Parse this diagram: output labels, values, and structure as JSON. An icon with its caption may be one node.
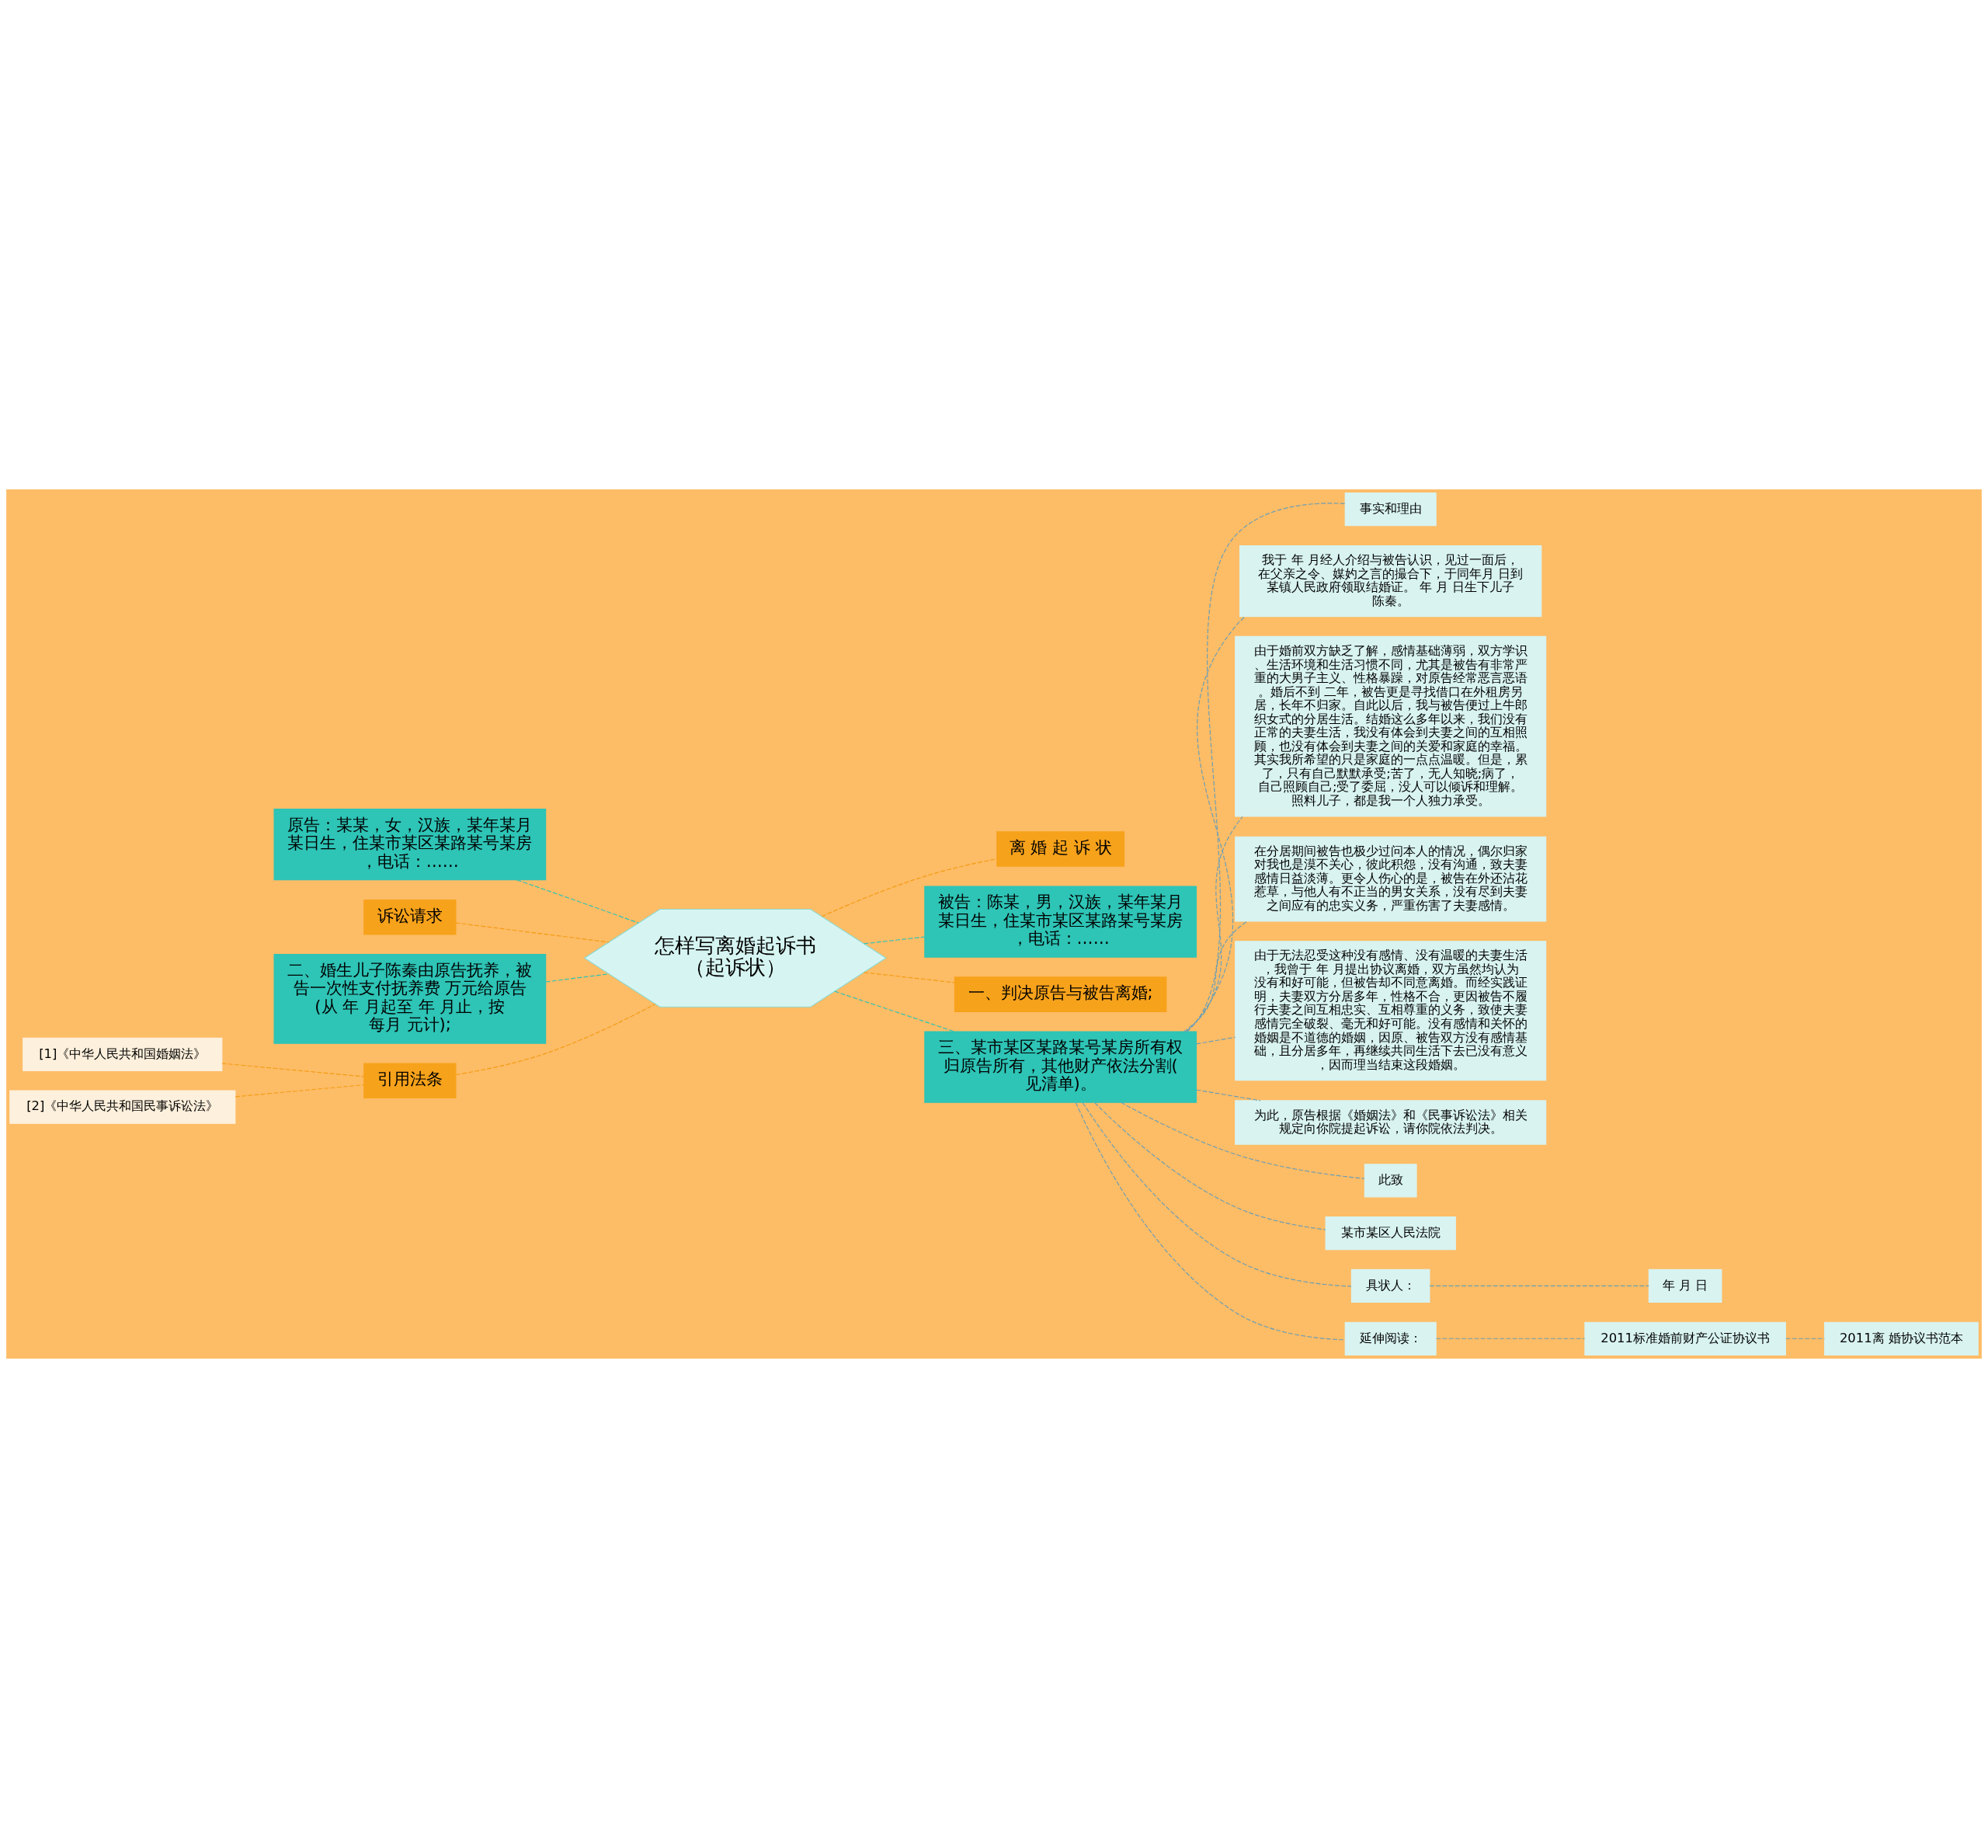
{
  "diagram": {
    "nodes": [
      {
        "text": [
          "怎样写离婚起诉书（起诉状）"
        ]
      },
      {
        "text": [
          "离 婚 起 诉 状"
        ]
      },
      {
        "text": [
          "被告：陈某，男，汉族，某年某月某日生，住某市某区某路某号某房，电话：……"
        ]
      },
      {
        "text": [
          "一、判决原告与被告离婚;"
        ]
      },
      {
        "text": [
          "三、某市某区某路某号某房所有权归原告所有，其他财产依法分割(见清单)。"
        ]
      },
      {
        "text": [
          "事实和理由"
        ]
      },
      {
        "text": [
          "我于 年 月经人介绍与被告认识，见过一面后，在父亲之令、媒妁之言的撮合下，于同年月 日到某镇人民政府领取结婚证。 年 月 日生下儿子陈秦。"
        ]
      },
      {
        "text": [
          "由于婚前双方缺乏了解，感情基础薄弱，双方学识、生活环境和生活习惯不同，尤其是被告有非常严重的大男子主义、性格暴躁，对原告经常恶言恶语。婚后不到 二年，被告更是寻找借口在外租房另居，长年不归家。自此以后，我与被告便过上牛郎织女式的分居生活。结婚这么多年以来，我们没有正常的夫妻生活，我没有体会到夫妻之间的互相照顾，也没有体会到夫妻之间的关爱和家庭的幸福。其实我所希望的只是家庭的一点点温暖。但是，累了，只有自己默默承受;苦了，无人知晓;病了，自己照顾自己;受了委屈，没人可以倾诉和理解。照料儿子，都是我一个人独力承受。"
        ]
      },
      {
        "text": [
          "在分居期间被告也极少过问本人的情况，偶尔归家对我也是漠不关心，彼此积怨，没有沟通，致夫妻感情日益淡薄。更令人伤心的是，被告在外还沾花惹草，与他人有不正当的男女关系，没有尽到夫妻之间应有的忠实义务，严重伤害了夫妻感情。"
        ]
      },
      {
        "text": [
          "由于无法忍受这种没有感情、没有温暖的夫妻生活，我曾于 年 月提出协议离婚，双方虽然均认为没有和好可能，但被告却不同意离婚。而经实践证明，夫妻双方分居多年，性格不合，更因被告不履行夫妻之间互相忠实、互相尊重的义务，致使夫妻感情完全破裂、毫无和好可能。没有感情和关怀的婚姻是不道德的婚姻，因原、被告双方没有感情基础，且分居多年，再继续共同生活下去已没有意义，因而理当结束这段婚姻。"
        ]
      },
      {
        "text": [
          "为此，原告根据《婚姻法》和《民事诉讼法》相关规定向你院提起诉讼，请你院依法判决。"
        ]
      },
      {
        "text": [
          "此致"
        ]
      },
      {
        "text": [
          "某市某区人民法院"
        ]
      },
      {
        "text": [
          "具状人："
        ]
      },
      {
        "text": [
          "年 月 日"
        ]
      },
      {
        "text": [
          "延伸阅读："
        ]
      },
      {
        "text": [
          "2011标准婚前财产公证协议书"
        ]
      },
      {
        "text": [
          "2011离 婚协议书范本"
        ]
      },
      {
        "text": [
          "原告：某某，女，汉族，某年某月某日生，住某市某区某路某号某房，电话：……"
        ]
      },
      {
        "text": [
          "诉讼请求"
        ]
      },
      {
        "text": [
          "二、婚生儿子陈秦由原告抚养，被告一次性支付抚养费 万元给原告(从 年 月起至 年 月止，按每月 元计);"
        ]
      },
      {
        "text": [
          "引用法条"
        ]
      },
      {
        "text": [
          "[1]《中华人民共和国婚姻法》"
        ]
      },
      {
        "text": [
          "[2]《中华人民共和国民事诉讼法》"
        ]
      }
    ],
    "edges": [
      {
        "from": 0,
        "to": 1,
        "arrow": "none",
        "style": "dashed",
        "color": "#f39c12"
      },
      {
        "from": 0,
        "to": 2,
        "arrow": "none",
        "style": "dashed",
        "color": "#2ec4b6"
      },
      {
        "from": 0,
        "to": 3,
        "arrow": "none",
        "style": "dashed",
        "color": "#f39c12"
      },
      {
        "from": 0,
        "to": 4,
        "arrow": "none",
        "style": "dashed",
        "color": "#2ec4b6"
      },
      {
        "from": 4,
        "to": 5,
        "arrow": "none",
        "style": "dashed"
      },
      {
        "from": 4,
        "to": 6,
        "arrow": "none",
        "style": "dashed"
      },
      {
        "from": 4,
        "to": 7,
        "arrow": "none",
        "style": "dashed"
      },
      {
        "from": 4,
        "to": 8,
        "arrow": "none",
        "style": "dashed"
      },
      {
        "from": 4,
        "to": 9,
        "arrow": "none",
        "style": "dashed"
      },
      {
        "from": 4,
        "to": 10,
        "arrow": "none",
        "style": "dashed"
      },
      {
        "from": 4,
        "to": 11,
        "arrow": "none",
        "style": "dashed"
      },
      {
        "from": 4,
        "to": 12,
        "arrow": "none",
        "style": "dashed"
      },
      {
        "from": 4,
        "to": 13,
        "arrow": "none",
        "style": "dashed"
      },
      {
        "from": 13,
        "to": 14,
        "arrow": "none",
        "style": "dashed"
      },
      {
        "from": 4,
        "to": 15,
        "arrow": "none",
        "style": "dashed"
      },
      {
        "from": 15,
        "to": 16,
        "arrow": "none",
        "style": "dashed"
      },
      {
        "from": 16,
        "to": 17,
        "arrow": "none",
        "style": "dashed"
      },
      {
        "from": 0,
        "to": 18,
        "arrow": "none",
        "style": "dashed",
        "color": "#2ec4b6"
      },
      {
        "from": 0,
        "to": 19,
        "arrow": "none",
        "style": "dashed",
        "color": "#f39c12"
      },
      {
        "from": 0,
        "to": 20,
        "arrow": "none",
        "style": "dashed",
        "color": "#2ec4b6"
      },
      {
        "from": 0,
        "to": 21,
        "arrow": "none",
        "style": "dashed",
        "color": "#f39c12"
      },
      {
        "from": 21,
        "to": 22,
        "arrow": "none",
        "style": "dashed",
        "color": "#f39c12"
      },
      {
        "from": 21,
        "to": 23,
        "arrow": "none",
        "style": "dashed",
        "color": "#f39c12"
      }
    ]
  }
}
